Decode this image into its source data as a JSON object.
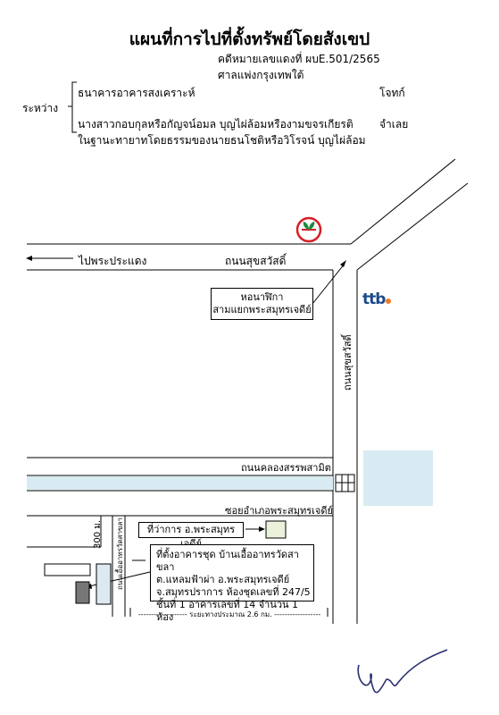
{
  "header": {
    "title": "แผนที่การไปที่ตั้งทรัพย์โดยสังเขป",
    "case_number": "คดีหมายเลขแดงที่ ผบE.501/2565",
    "court": "ศาลแพ่งกรุงเทพใต้"
  },
  "parties": {
    "between_label": "ระหว่าง",
    "plaintiff_name": "ธนาคารอาคารสงเคราะห์",
    "plaintiff_role": "โจทก์",
    "defendant_name": "นางสาวกอบกุลหรือกัญจน์อมล บุญไผ่ล้อมหรืองามขจรเกียรติ",
    "defendant_role": "จำเลย",
    "defendant_note": "ในฐานะทายาทโดยธรรมของนายธนโชติหรือวิโรจน์ บุญไผ่ล้อม"
  },
  "map": {
    "direction_label": "ไปพระประแดง",
    "road_top": "ถนนสุขสวัสดิ์",
    "road_right": "ถนนสุขสวัสดิ์",
    "landmark_box_line1": "หอนาฬิกา",
    "landmark_box_line2": "สามแยกพระสมุทรเจดีย์",
    "canal": "ถนนคลองสรรพสามิต",
    "soi": "ซอยอำเภอพระสมุทรเจดีย์",
    "district_office": "ที่ว่าการ อ.พระสมุทรเจดีย์",
    "distance_300": "300 ม.",
    "building_road": "ถนนเอื้ออาทรวัดสาขลา",
    "property_line1": "ที่ตั้งอาคารชุด บ้านเอื้ออาทรวัดสาขลา",
    "property_line2": "ต.แหลมฟ้าผ่า อ.พระสมุทรเจดีย์",
    "property_line3": "จ.สมุทรปราการ ห้องชุดเลขที่ 247/5",
    "property_line4": "ชั้นที่ 1 อาคารเลขที่ 14 จำนวน 1 ห้อง",
    "distance_total": "------------------- ระยะทางประมาณ 2.6 กม. ------------------",
    "bank_logo_ttb": "ttb",
    "bank_logo_kbank": "kbank-leaf-logo",
    "colors": {
      "canal_water": "#d8ebf2",
      "kbank_red": "#d61f26",
      "kbank_green": "#1b8a3e",
      "ttb_blue": "#1a4a8a",
      "ttb_orange": "#f07b21",
      "building_dark": "#777777",
      "building_light": "#dde9f0"
    }
  }
}
